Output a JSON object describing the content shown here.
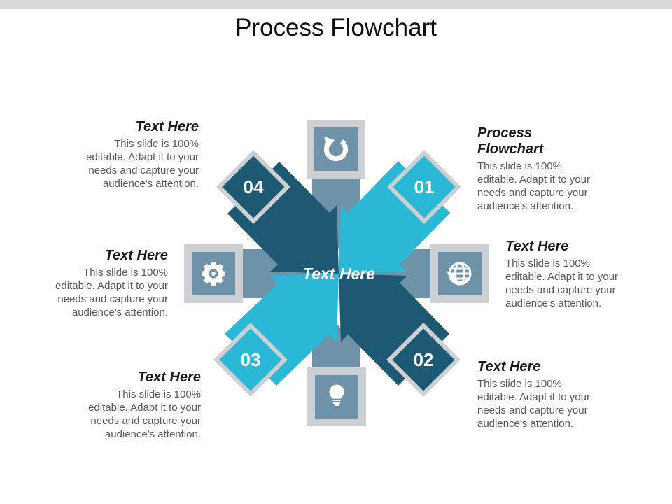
{
  "slide": {
    "title": "Process Flowchart"
  },
  "colors": {
    "cyan": "#2BB7D6",
    "dark_blue": "#1D5973",
    "steel": "#6E93A8",
    "frame_gray": "#CDD0D3",
    "top_bar": "#D9D9D9",
    "white": "#FFFFFF",
    "heading_text": "#18181F",
    "body_text": "#595959"
  },
  "center": {
    "label": "Text Here"
  },
  "steps": [
    {
      "number": "01"
    },
    {
      "number": "02"
    },
    {
      "number": "03"
    },
    {
      "number": "04"
    }
  ],
  "icons": {
    "top": "refresh-icon",
    "right": "globe-icon",
    "bottom": "lightbulb-icon",
    "left": "gear-icon"
  },
  "text_blocks": {
    "top_left": {
      "heading": "Text Here",
      "body": "This slide is 100% editable. Adapt it to your needs and capture your audience's attention."
    },
    "top_right": {
      "heading": "Process Flowchart",
      "body": "This slide is 100% editable. Adapt it to your needs and capture your audience's attention."
    },
    "mid_left": {
      "heading": "Text Here",
      "body": "This slide is 100% editable. Adapt it to your needs and capture your audience's attention."
    },
    "mid_right": {
      "heading": "Text Here",
      "body": "This slide is 100% editable. Adapt it to your needs and capture your audience's attention."
    },
    "bottom_left": {
      "heading": "Text Here",
      "body": "This slide is 100% editable. Adapt it to your needs and capture your audience's attention."
    },
    "bottom_right": {
      "heading": "Text Here",
      "body": "This slide is 100% editable. Adapt it to your needs and capture your audience's attention."
    }
  }
}
